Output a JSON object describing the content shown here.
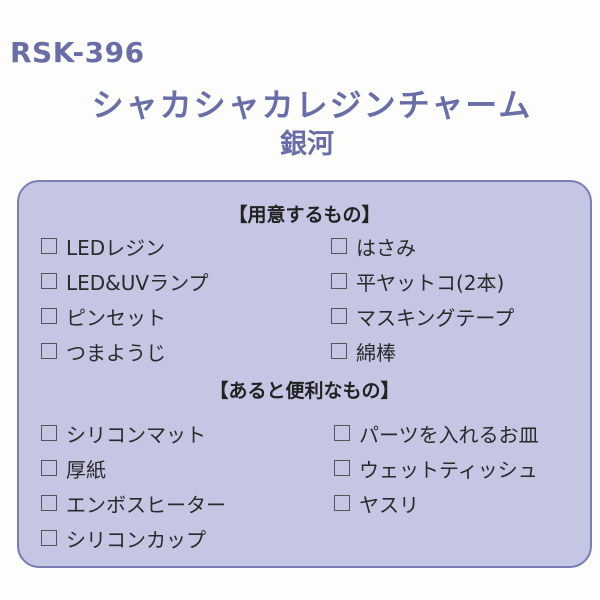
{
  "header": {
    "product_code": "RSK-396",
    "title": "シャカシャカレジンチャーム",
    "subtitle": "銀河"
  },
  "colors": {
    "heading": "#6a6ea8",
    "panel_bg": "#c5c6e3",
    "panel_border": "#7a7cb4",
    "text": "#2a2a2a"
  },
  "sections": [
    {
      "title": "【用意するもの】",
      "left": [
        "LEDレジン",
        "LED&UVランプ",
        "ピンセット",
        "つまようじ"
      ],
      "right": [
        "はさみ",
        "平ヤットコ(2本)",
        "マスキングテープ",
        "綿棒"
      ]
    },
    {
      "title": "【あると便利なもの】",
      "left": [
        "シリコンマット",
        "厚紙",
        "エンボスヒーター",
        "シリコンカップ"
      ],
      "right": [
        "パーツを入れるお皿",
        "ウェットティッシュ",
        "ヤスリ"
      ]
    }
  ]
}
